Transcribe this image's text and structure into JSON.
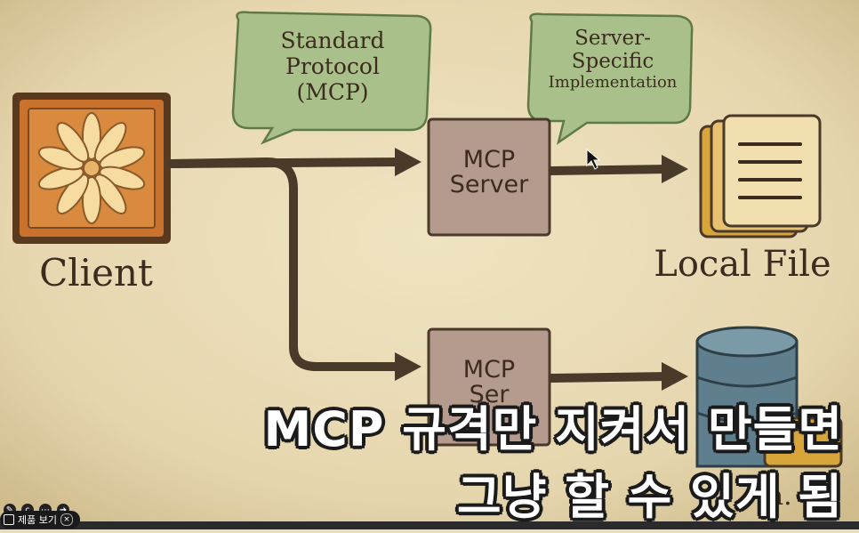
{
  "diagram": {
    "client_label": "Client",
    "bubble_left": [
      "Standard",
      "Protocol",
      "(MCP)"
    ],
    "bubble_right": [
      "Server-",
      "Specific",
      "Implementation"
    ],
    "server_top": [
      "MCP",
      "Server"
    ],
    "server_bottom": [
      "MCP",
      "Ser"
    ],
    "local_file_label": "Local File",
    "db_label_partial": "a."
  },
  "caption": {
    "line1": "MCP 규격만 지켜서 만들면",
    "line2": "그냥 할 수 있게 됨"
  },
  "player": {
    "product_button": "제품 보기",
    "close_icon": "×"
  },
  "colors": {
    "background": "#e9dcb7",
    "client_box": "#c9722d",
    "client_border": "#5a3a1e",
    "server_box": "#b59a8e",
    "bubble_green": "#a9c08a",
    "arrow": "#4a3a2a",
    "db_body": "#5f7f8e"
  }
}
